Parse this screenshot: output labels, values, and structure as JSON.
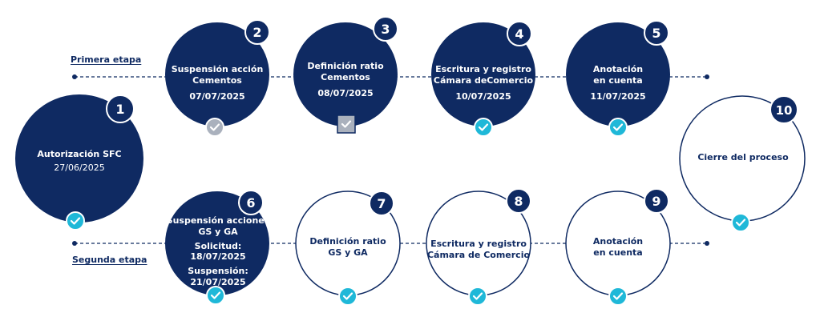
{
  "stages": {
    "first": "Primera etapa",
    "second": "Segunda etapa"
  },
  "steps": [
    {
      "number": "1",
      "lines": [
        "Autorización SFC"
      ],
      "date": "27/06/2025",
      "status": "done"
    },
    {
      "number": "2",
      "lines": [
        "Suspensión acción",
        "Cementos"
      ],
      "date": "07/07/2025",
      "status": "pending"
    },
    {
      "number": "3",
      "lines": [
        "Definición ratio",
        "Cementos"
      ],
      "date": "08/07/2025",
      "status": "pending"
    },
    {
      "number": "4",
      "lines": [
        "Escritura y registro",
        "Cámara deComercio"
      ],
      "date": "10/07/2025",
      "status": "done"
    },
    {
      "number": "5",
      "lines": [
        "Anotación",
        "en cuenta"
      ],
      "date": "11/07/2025",
      "status": "done"
    },
    {
      "number": "6",
      "lines": [
        "Suspensión acciones",
        "GS y GA",
        "Solicitud:",
        "18/07/2025",
        "Suspensión:",
        "21/07/2025"
      ],
      "date": "",
      "status": "done"
    },
    {
      "number": "7",
      "lines": [
        "Definición ratio",
        "GS y GA"
      ],
      "date": "",
      "status": "done"
    },
    {
      "number": "8",
      "lines": [
        "Escritura y registro",
        "Cámara de Comercio"
      ],
      "date": "",
      "status": "done"
    },
    {
      "number": "9",
      "lines": [
        "Anotación",
        "en cuenta"
      ],
      "date": "",
      "status": "done"
    },
    {
      "number": "10",
      "lines": [
        "Cierre del proceso"
      ],
      "date": "",
      "status": "done"
    }
  ],
  "colors": {
    "navy": "#0f2a62",
    "teal": "#1fb8d8",
    "grey": "#aab1bd",
    "white": "#ffffff"
  },
  "icons": {
    "check": "checkmark-icon"
  }
}
